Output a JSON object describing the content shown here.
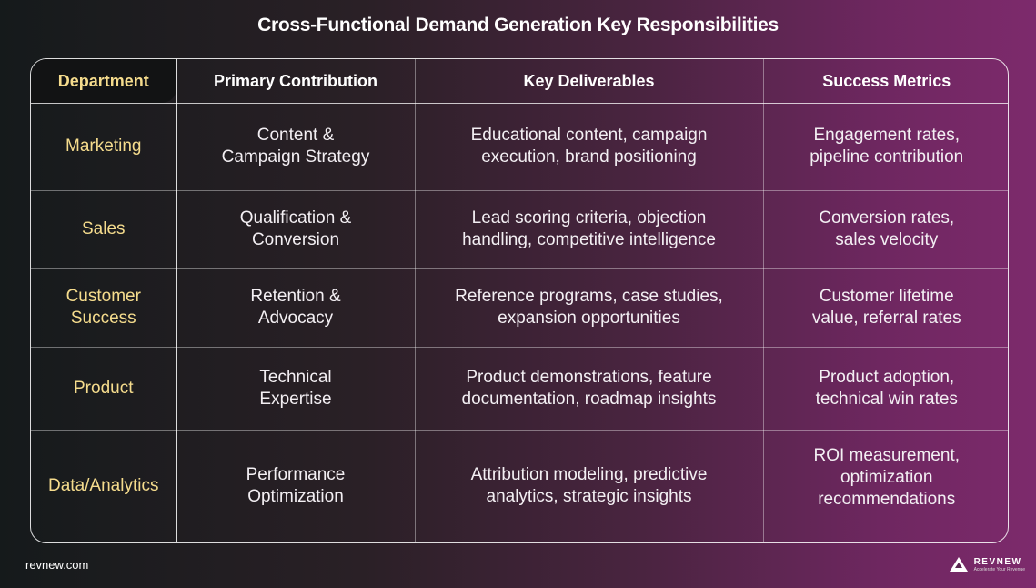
{
  "title": "Cross-Functional Demand Generation Key Responsibilities",
  "columns": [
    "Department",
    "Primary Contribution",
    "Key Deliverables",
    "Success Metrics"
  ],
  "rows": [
    {
      "department": "Marketing",
      "contribution": [
        "Content &",
        "Campaign Strategy"
      ],
      "deliverables": [
        "Educational content, campaign",
        "execution, brand positioning"
      ],
      "metrics": [
        "Engagement rates,",
        "pipeline contribution"
      ]
    },
    {
      "department": "Sales",
      "contribution": [
        "Qualification &",
        "Conversion"
      ],
      "deliverables": [
        "Lead scoring criteria, objection",
        "handling, competitive intelligence"
      ],
      "metrics": [
        "Conversion rates,",
        "sales velocity"
      ]
    },
    {
      "department": "Customer Success",
      "department_lines": [
        "Customer",
        "Success"
      ],
      "contribution": [
        "Retention &",
        "Advocacy"
      ],
      "deliverables": [
        "Reference programs, case studies,",
        "expansion opportunities"
      ],
      "metrics": [
        "Customer lifetime",
        "value, referral rates"
      ]
    },
    {
      "department": "Product",
      "contribution": [
        "Technical",
        "Expertise"
      ],
      "deliverables": [
        "Product demonstrations, feature",
        "documentation, roadmap insights"
      ],
      "metrics": [
        "Product adoption,",
        "technical win rates"
      ]
    },
    {
      "department": "Data/Analytics",
      "contribution": [
        "Performance",
        "Optimization"
      ],
      "deliverables": [
        "Attribution modeling, predictive",
        "analytics, strategic insights"
      ],
      "metrics": [
        "ROI measurement,",
        "optimization",
        "recommendations"
      ]
    }
  ],
  "footer": {
    "website": "revnew.com",
    "brand": "REVNEW",
    "tagline": "Accelerate Your Revenue",
    "logo_icon": "mountain-logo-icon"
  },
  "colors": {
    "department_text": "#f5dc8d",
    "header_text": "#ffffff",
    "border": "#ffffff"
  }
}
